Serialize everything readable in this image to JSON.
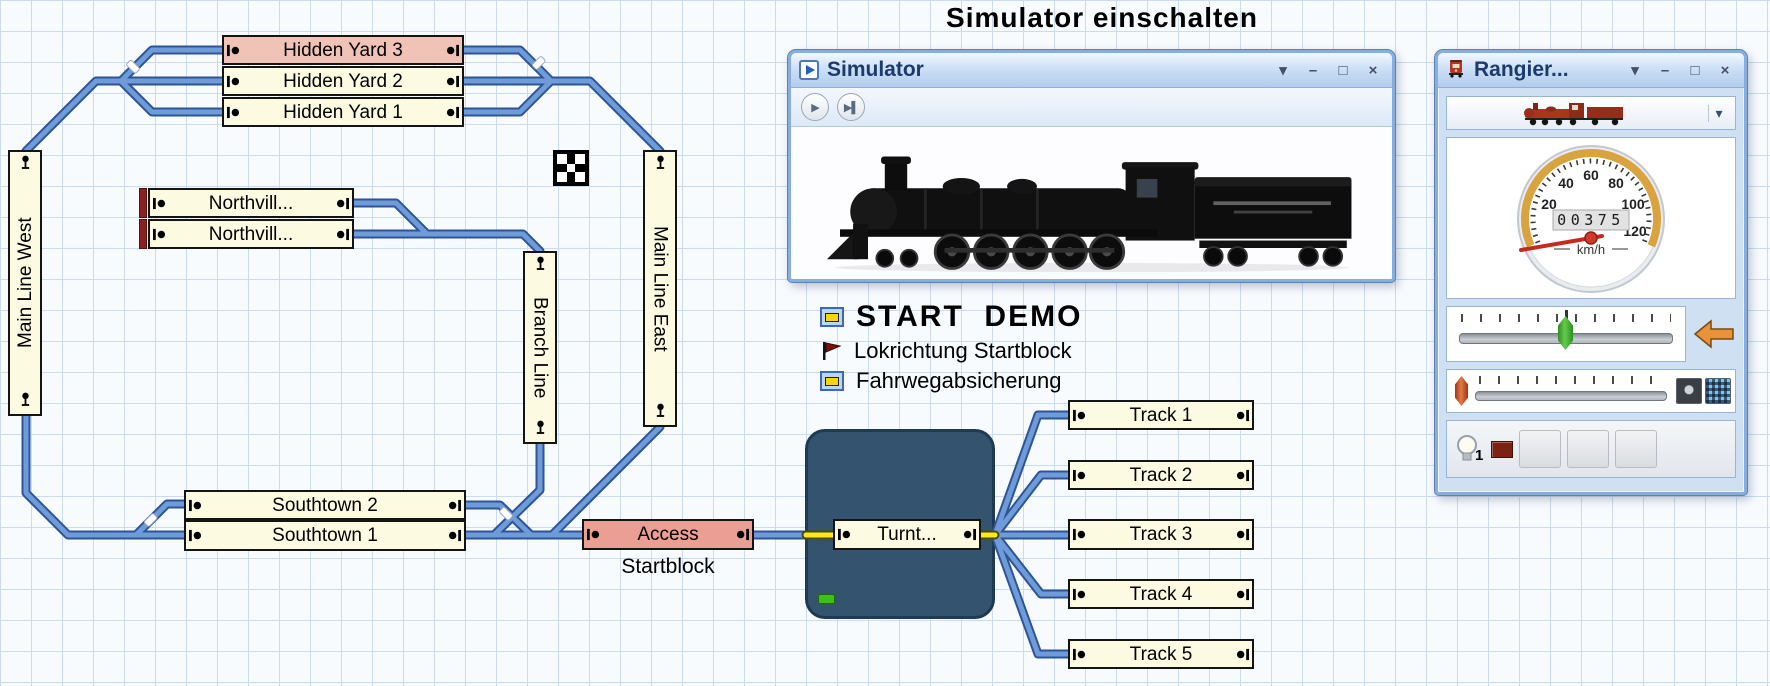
{
  "heading": "Simulator einschalten",
  "colors": {
    "track_blue": "#6f9cd9",
    "track_outline": "#2d5596",
    "route_yellow": "#ffe81a",
    "block_fill": "#fcfbe2",
    "highlight_tan": "#f0c3b6",
    "access_pink": "#ea9e94",
    "turntable_navy": "#33536f",
    "titlebar_blue": "#cde0f6"
  },
  "diagram": {
    "blocks": {
      "hidden_yard_3": "Hidden Yard 3",
      "hidden_yard_2": "Hidden Yard 2",
      "hidden_yard_1": "Hidden Yard 1",
      "northville_a": "Northvill...",
      "northville_b": "Northvill...",
      "main_line_west": "Main Line West",
      "main_line_east": "Main Line East",
      "branch_line": "Branch Line",
      "southtown_2": "Southtown 2",
      "southtown_1": "Southtown 1",
      "access": "Access",
      "access_caption": "Startblock",
      "turntable": "Turnt...",
      "track_1": "Track 1",
      "track_2": "Track 2",
      "track_3": "Track 3",
      "track_4": "Track 4",
      "track_5": "Track 5"
    },
    "legend": {
      "start_demo": "START  DEMO",
      "lok_direction": "Lokrichtung Startblock",
      "route_protection": "Fahrwegabsicherung"
    }
  },
  "simulator_window": {
    "title": "Simulator",
    "icons": {
      "play": "▶",
      "step": "▶▌",
      "dropdown": "▾",
      "minimize": "–",
      "maximize": "□",
      "close": "×"
    }
  },
  "rangier_window": {
    "title": "Rangier...",
    "icons": {
      "dropdown": "▾",
      "combo_dropdown": "▾",
      "minimize": "–",
      "maximize": "□",
      "close": "×"
    },
    "speedometer": {
      "ticks": [
        "20",
        "40",
        "60",
        "80",
        "100",
        "120"
      ],
      "odometer": "00375",
      "unit": "km/h"
    },
    "light_button": "1"
  }
}
